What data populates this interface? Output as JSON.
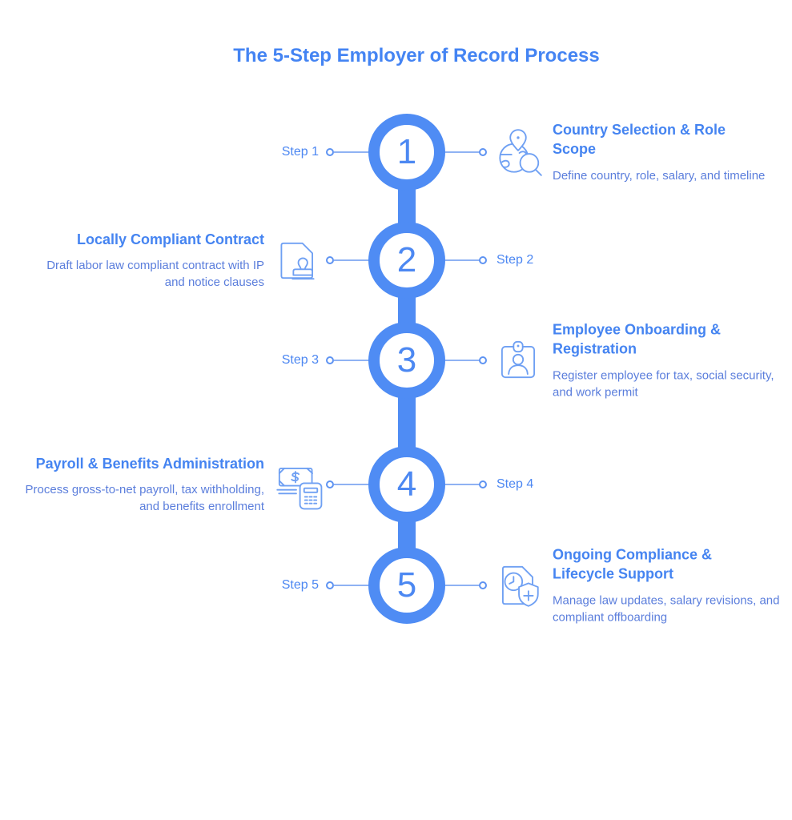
{
  "title": "The 5-Step Employer of Record Process",
  "colors": {
    "primary_blue": "#4f8cf4",
    "heading_blue": "#4584f1",
    "body_text_blue": "#5b7edc",
    "icon_stroke_blue": "#6fa0f3",
    "connector_line_blue": "#8fb2f3",
    "title_blue": "#4484f3"
  },
  "steps": [
    {
      "label": "Step 1",
      "number": "1",
      "title": "Country Selection & Role Scope",
      "description": "Define country, role, salary, and timeline",
      "icon": "globe-search-icon",
      "content_side": "right"
    },
    {
      "label": "Step 2",
      "number": "2",
      "title": "Locally Compliant Contract",
      "description": "Draft labor law compliant contract with IP and notice clauses",
      "icon": "contract-stamp-icon",
      "content_side": "left"
    },
    {
      "label": "Step 3",
      "number": "3",
      "title": "Employee Onboarding & Registration",
      "description": "Register employee for tax, social security, and work permit",
      "icon": "id-badge-icon",
      "content_side": "right"
    },
    {
      "label": "Step 4",
      "number": "4",
      "title": "Payroll & Benefits Administration",
      "description": "Process gross-to-net payroll, tax withholding, and benefits enrollment",
      "icon": "payroll-calculator-icon",
      "content_side": "left"
    },
    {
      "label": "Step 5",
      "number": "5",
      "title": "Ongoing Compliance & Lifecycle Support",
      "description": "Manage law updates, salary revisions, and compliant offboarding",
      "icon": "compliance-shield-icon",
      "content_side": "right"
    }
  ]
}
